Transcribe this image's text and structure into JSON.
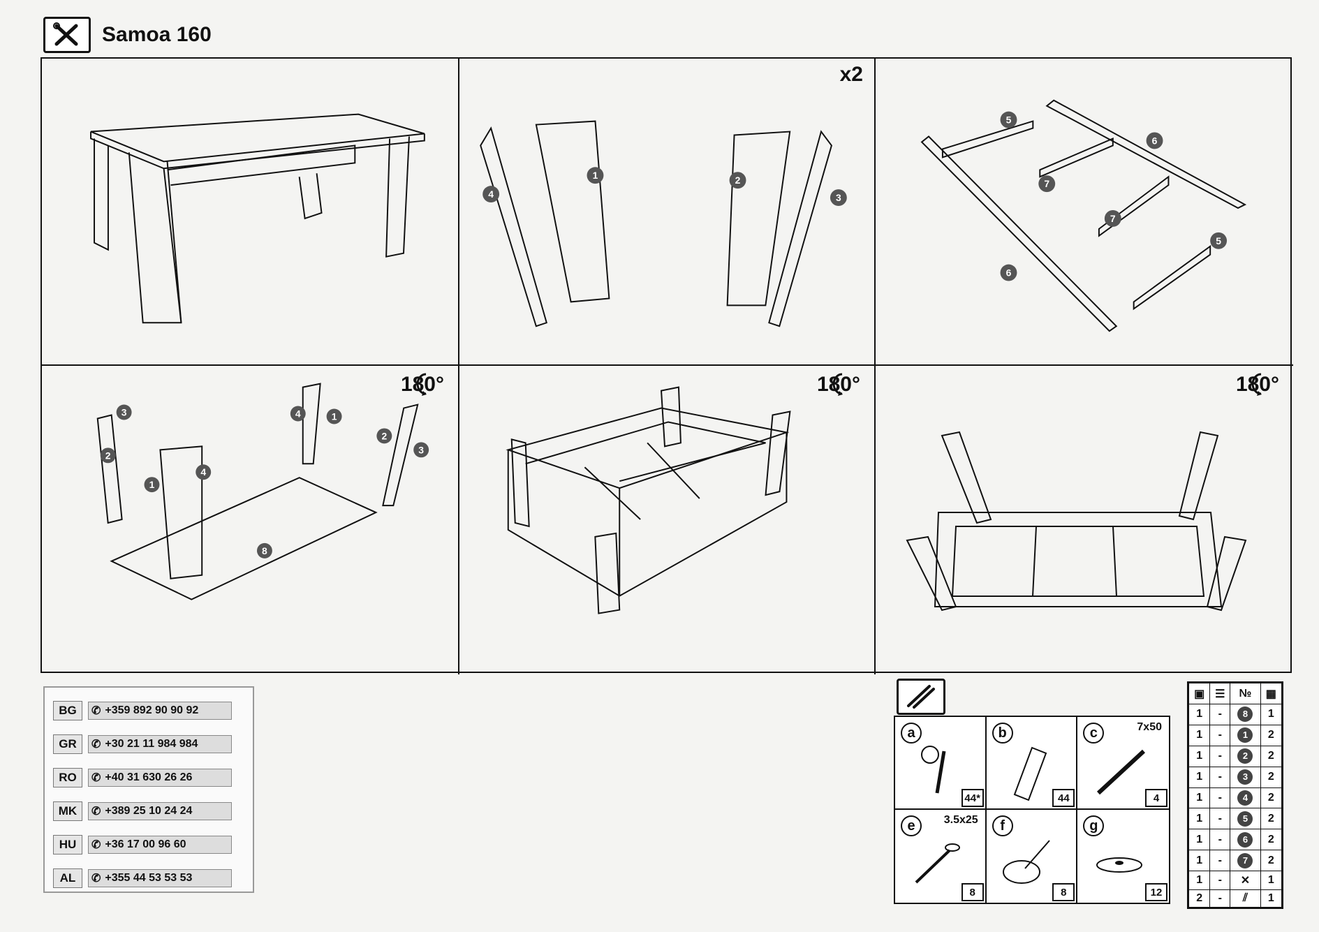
{
  "header": {
    "title": "Samoa 160",
    "icon": "tools-icon"
  },
  "steps": [
    {
      "id": 1,
      "badge": ""
    },
    {
      "id": 2,
      "badge": "x2",
      "labels": [
        "1",
        "2",
        "3",
        "4"
      ]
    },
    {
      "id": 3,
      "badge": "",
      "labels": [
        "5",
        "6",
        "7"
      ]
    },
    {
      "id": 4,
      "badge": "180°"
    },
    {
      "id": 5,
      "badge": "180°"
    },
    {
      "id": 6,
      "badge": "180°"
    }
  ],
  "contacts": [
    {
      "code": "BG",
      "phone": "+359 892 90 90 92"
    },
    {
      "code": "GR",
      "phone": "+30 21 11 984 984"
    },
    {
      "code": "RO",
      "phone": "+40 31 630 26 26"
    },
    {
      "code": "MK",
      "phone": "+389 25 10 24 24"
    },
    {
      "code": "HU",
      "phone": "+36 17 00 96 60"
    },
    {
      "code": "AL",
      "phone": "+355 44 53 53 53"
    }
  ],
  "hardware": [
    {
      "letter": "a",
      "size": "",
      "qty": "44*"
    },
    {
      "letter": "b",
      "size": "",
      "qty": "44"
    },
    {
      "letter": "c",
      "size": "7x50",
      "qty": "4"
    },
    {
      "letter": "e",
      "size": "3.5x25",
      "qty": "8"
    },
    {
      "letter": "f",
      "size": "",
      "qty": "8"
    },
    {
      "letter": "g",
      "size": "",
      "qty": "12"
    }
  ],
  "parts_table": {
    "header_no": "№",
    "rows": [
      {
        "a": "1",
        "b": "-",
        "part": "8",
        "qty": "1"
      },
      {
        "a": "1",
        "b": "-",
        "part": "1",
        "qty": "2"
      },
      {
        "a": "1",
        "b": "-",
        "part": "2",
        "qty": "2"
      },
      {
        "a": "1",
        "b": "-",
        "part": "3",
        "qty": "2"
      },
      {
        "a": "1",
        "b": "-",
        "part": "4",
        "qty": "2"
      },
      {
        "a": "1",
        "b": "-",
        "part": "5",
        "qty": "2"
      },
      {
        "a": "1",
        "b": "-",
        "part": "6",
        "qty": "2"
      },
      {
        "a": "1",
        "b": "-",
        "part": "7",
        "qty": "2"
      },
      {
        "a": "1",
        "b": "-",
        "part": "tools",
        "qty": "1"
      },
      {
        "a": "2",
        "b": "-",
        "part": "hardware",
        "qty": "1"
      }
    ]
  }
}
